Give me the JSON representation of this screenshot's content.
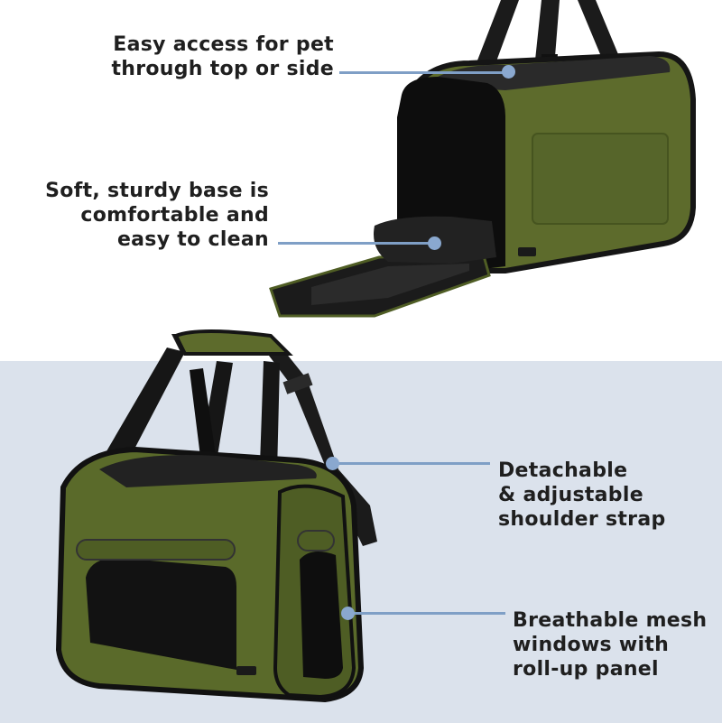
{
  "background": {
    "top_color": "#ffffff",
    "bottom_color": "#dbe2ec"
  },
  "accent": {
    "leader_line_color": "#7f9fc6",
    "dot_color": "#8aa8cf",
    "bag_color": "#5a6a2a"
  },
  "callouts": [
    {
      "id": "top-side-access",
      "lines": [
        "Easy access for pet",
        "through top or side"
      ]
    },
    {
      "id": "soft-base",
      "lines": [
        "Soft, sturdy base is",
        "comfortable and",
        "easy to clean"
      ]
    },
    {
      "id": "shoulder-strap",
      "lines": [
        "Detachable",
        "& adjustable",
        "shoulder strap"
      ]
    },
    {
      "id": "mesh-windows",
      "lines": [
        "Breathable mesh",
        "windows with",
        "roll-up panel"
      ]
    }
  ]
}
